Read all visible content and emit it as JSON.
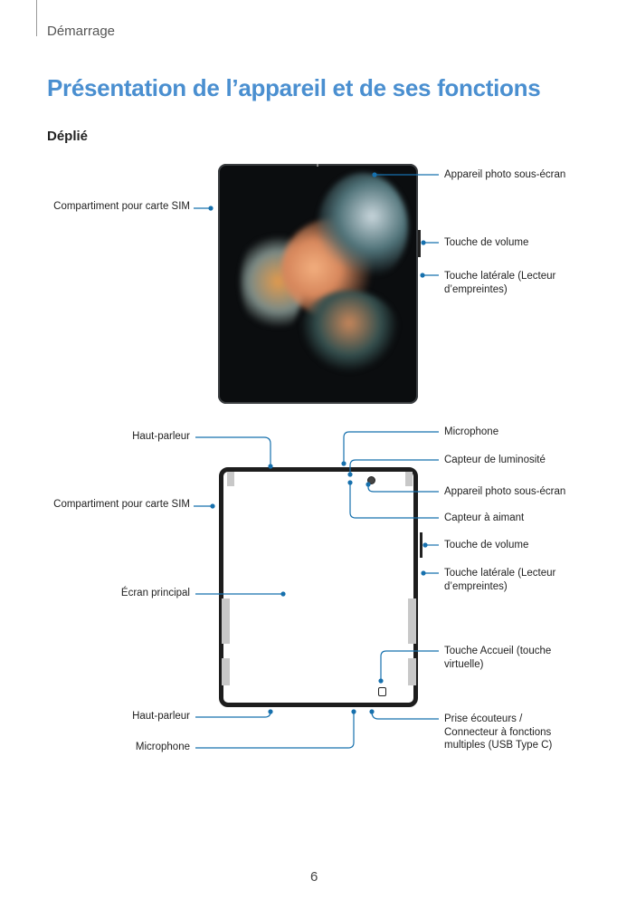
{
  "header": {
    "section": "Démarrage"
  },
  "title": "Présentation de l’appareil et de ses fonctions",
  "subtitle": "Déplié",
  "colors": {
    "accent": "#4a8fd0",
    "callout": "#1670ad"
  },
  "folded_out_view": {
    "labels": {
      "camera": "Appareil photo sous-écran",
      "sim": "Compartiment pour carte SIM",
      "volume": "Touche de volume",
      "side_key": "Touche latérale (Lecteur d’empreintes)"
    }
  },
  "inner_view": {
    "labels": {
      "speaker_top": "Haut-parleur",
      "microphone_top": "Microphone",
      "light_sensor": "Capteur de luminosité",
      "camera": "Appareil photo sous-écran",
      "magnet_sensor": "Capteur à aimant",
      "sim": "Compartiment pour carte SIM",
      "volume": "Touche de volume",
      "side_key": "Touche latérale (Lecteur d’empreintes)",
      "main_screen": "Écran principal",
      "home_key": "Touche Accueil (touche virtuelle)",
      "speaker_bottom": "Haut-parleur",
      "microphone_bottom": "Microphone",
      "usb": "Prise écouteurs / Connecteur à fonctions multiples (USB Type C)"
    }
  },
  "page_number": "6"
}
